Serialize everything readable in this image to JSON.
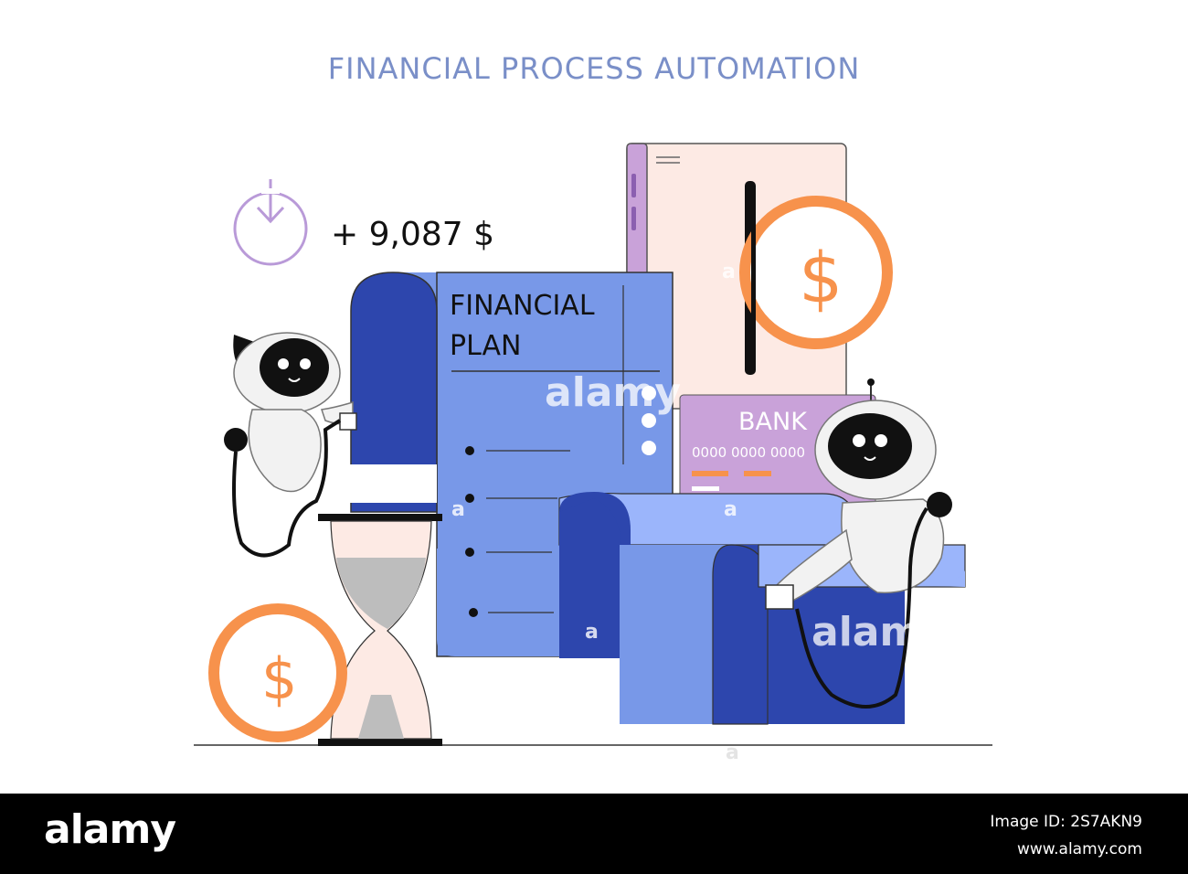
{
  "title": "FINANCIAL PROCESS AUTOMATION",
  "income": {
    "amount_label": "+ 9,087 $",
    "icon": "download-circle-icon"
  },
  "plan_document": {
    "heading_line1": "FINANCIAL",
    "heading_line2": "PLAN"
  },
  "bank_card": {
    "label": "BANK",
    "number": "0000 0000 0000"
  },
  "coins": {
    "symbol": "$"
  },
  "watermarks": {
    "center_text": "alamy",
    "corner_mark": "a"
  },
  "colors": {
    "title": "#7a8fc8",
    "dark_blue": "#2d46ad",
    "mid_blue": "#7898e8",
    "light_blue": "#9bb5fb",
    "coin_orange": "#f7924c",
    "card_purple": "#c9a2d9",
    "phone_peach": "#fde9e3",
    "icon_purple": "#b99ad8"
  },
  "footer": {
    "brand": "alamy",
    "image_id_line": "Image ID: 2S7AKN9",
    "site": "www.alamy.com"
  }
}
